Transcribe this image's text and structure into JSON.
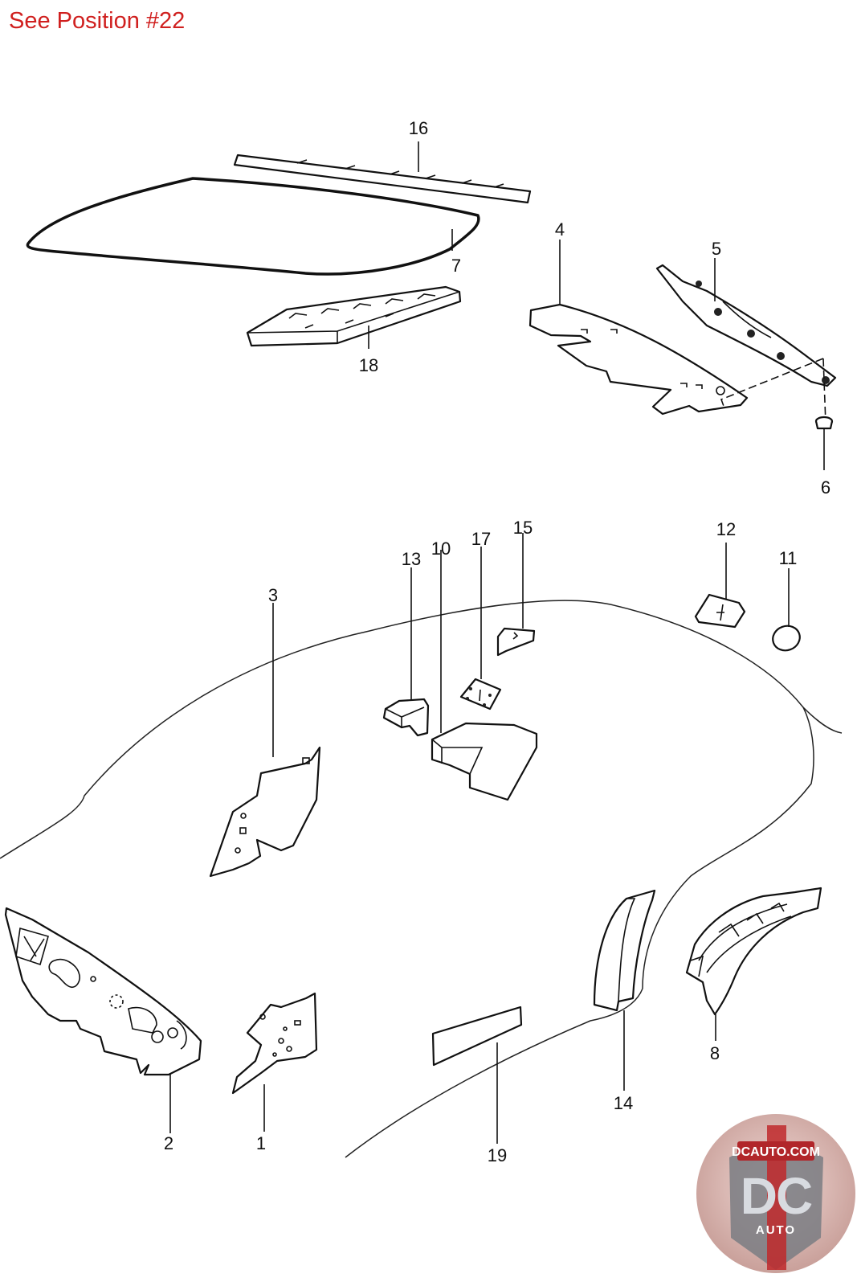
{
  "header": {
    "link_text": "See Position #22",
    "link_color": "#d0201f"
  },
  "callouts": {
    "c1": "1",
    "c2": "2",
    "c3": "3",
    "c4": "4",
    "c5": "5",
    "c6": "6",
    "c7": "7",
    "c8": "8",
    "c10": "10",
    "c11": "11",
    "c12": "12",
    "c13": "13",
    "c14": "14",
    "c15": "15",
    "c16": "16",
    "c17": "17",
    "c18": "18",
    "c19": "19"
  },
  "logo": {
    "top_text": "DCAUTO.COM",
    "big_text": "DC",
    "bottom_text": "AUTO",
    "accent": "#c0292b"
  }
}
